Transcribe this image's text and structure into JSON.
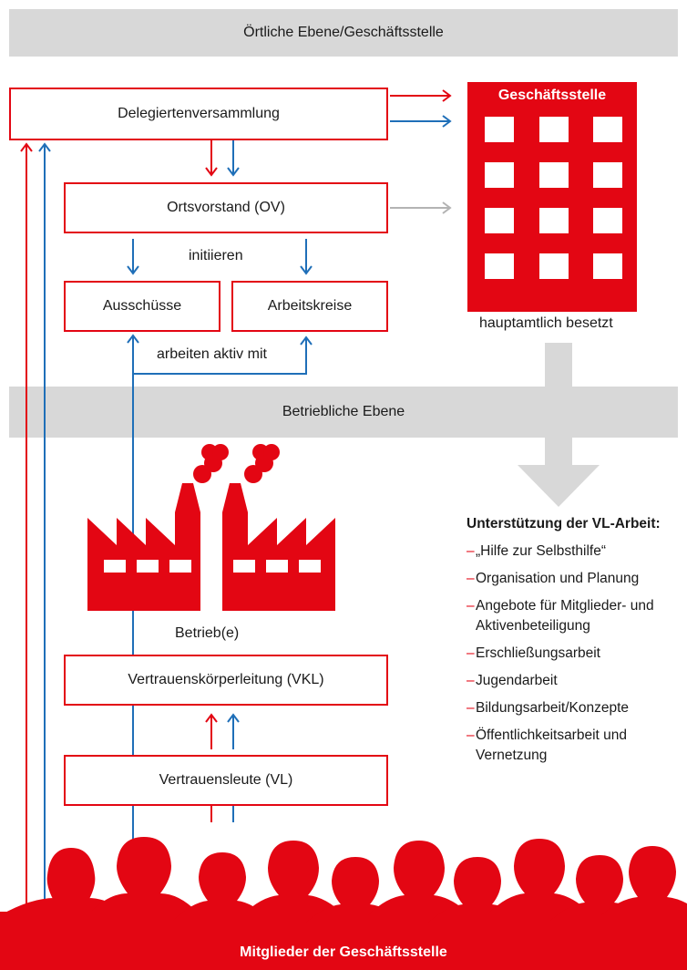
{
  "bands": {
    "local": "Örtliche Ebene/Geschäftsstelle",
    "company": "Betriebliche Ebene"
  },
  "boxes": {
    "delegates": "Delegiertenversammlung",
    "board": "Ortsvorstand (OV)",
    "committees": "Ausschüsse",
    "working_groups": "Arbeitskreise",
    "vkl": "Vertrauenskörperleitung (VKL)",
    "vl": "Vertrauensleute (VL)"
  },
  "labels": {
    "initiate": "initiieren",
    "work_actively": "arbeiten aktiv mit",
    "office": "Geschäftsstelle",
    "office_staff": "hauptamtlich besetzt",
    "plant": "Betrieb(e)",
    "members": "Mitglieder der Geschäftsstelle"
  },
  "support": {
    "title": "Unterstützung der VL-Arbeit:",
    "items": [
      "„Hilfe zur Selbsthilfe“",
      "Organisation und Planung",
      "Angebote für Mitglieder- und Aktivenbeteiligung",
      "Erschließungsarbeit",
      "Jugendarbeit",
      "Bildungsarbeit/Konzepte",
      "Öffentlichkeitsarbeit und Vernetzung"
    ],
    "dash": "–"
  },
  "colors": {
    "red": "#e30613",
    "blue": "#1f6fb8",
    "gray": "#b3b3b3",
    "band": "#d8d8d8"
  }
}
